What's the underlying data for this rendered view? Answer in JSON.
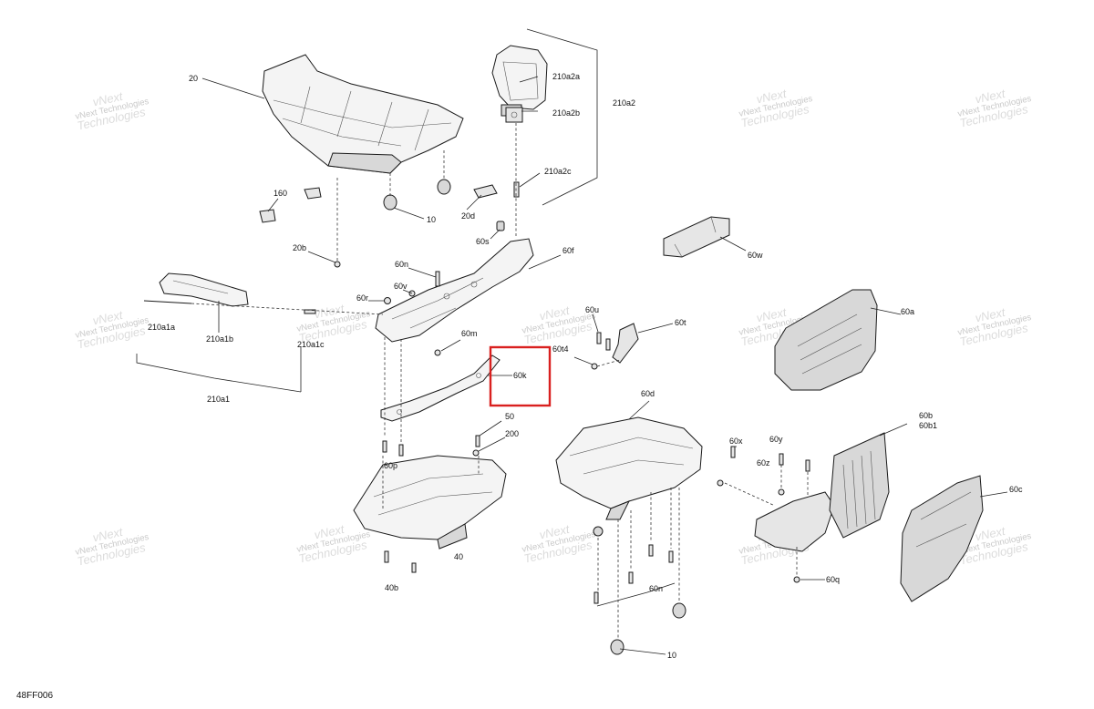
{
  "page_code": "48FF006",
  "watermark": {
    "line1": "vNext",
    "line2": "vNext Technologies",
    "line3": "Technologies"
  },
  "colors": {
    "highlight": "#d9201f",
    "line": "#1a1a1a",
    "watermark": "#c9c9c9"
  },
  "highlighted_callout": "60k",
  "callouts": {
    "c20": "20",
    "c210a2a": "210a2a",
    "c210a2b": "210a2b",
    "c210a2": "210a2",
    "c210a2c": "210a2c",
    "c160": "160",
    "c10a": "10",
    "c20d": "20d",
    "c20b": "20b",
    "c60s": "60s",
    "c60f": "60f",
    "c60w": "60w",
    "c60n_top": "60n",
    "c60v": "60v",
    "c60r": "60r",
    "c210a1a": "210a1a",
    "c210a1b": "210a1b",
    "c210a1c": "210a1c",
    "c210a1": "210a1",
    "c60m": "60m",
    "c60k": "60k",
    "c60u": "60u",
    "c60t": "60t",
    "c60t4": "60t4",
    "c60a": "60a",
    "c60d": "60d",
    "c50": "50",
    "c200": "200",
    "c60p": "60p",
    "c40": "40",
    "c40b": "40b",
    "c60x": "60x",
    "c60y": "60y",
    "c60z": "60z",
    "c60b": "60b",
    "c60b1": "60b1",
    "c60c": "60c",
    "c60q": "60q",
    "c60n_bottom": "60n",
    "c10b": "10"
  }
}
